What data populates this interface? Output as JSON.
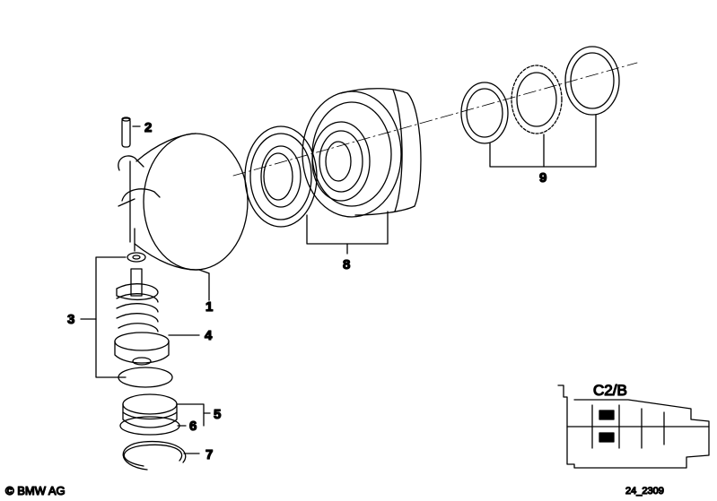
{
  "callouts": {
    "p1": "1",
    "p2": "2",
    "p3": "3",
    "p4": "4",
    "p5": "5",
    "p6": "6",
    "p7": "7",
    "p8": "8",
    "p9": "9"
  },
  "inset": {
    "label": "C2/B"
  },
  "footer": {
    "copyright": "© BMW AG",
    "drawing_number": "24_2309"
  }
}
